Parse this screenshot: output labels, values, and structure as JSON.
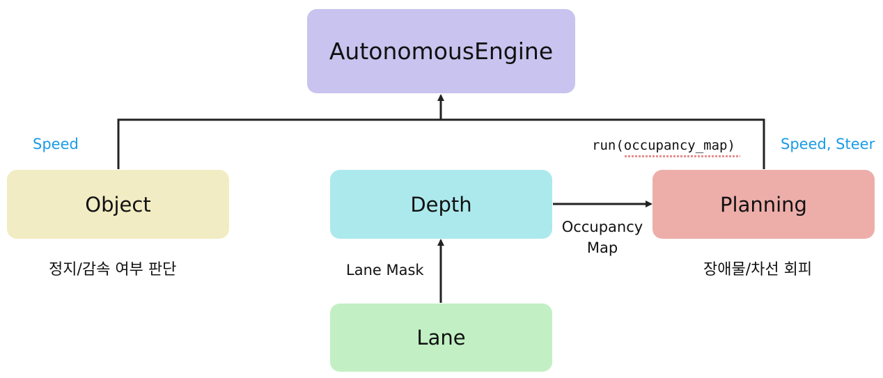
{
  "nodes": {
    "engine": "AutonomousEngine",
    "object": "Object",
    "depth": "Depth",
    "planning": "Planning",
    "lane": "Lane"
  },
  "labels": {
    "object_output": "Speed",
    "planning_output": "Speed, Steer",
    "planning_call": "run(occupancy_map)",
    "depth_to_planning": "Occupancy Map",
    "lane_to_depth": "Lane Mask",
    "object_desc": "정지/감속 여부 판단",
    "planning_desc": "장애물/차선 회피"
  },
  "colors": {
    "engine": "#c9c3ef",
    "object": "#f2ecc4",
    "depth": "#ace9ed",
    "planning": "#edaea9",
    "lane": "#c2f0c4",
    "output_label": "#1a9be6",
    "wire": "#222222"
  }
}
